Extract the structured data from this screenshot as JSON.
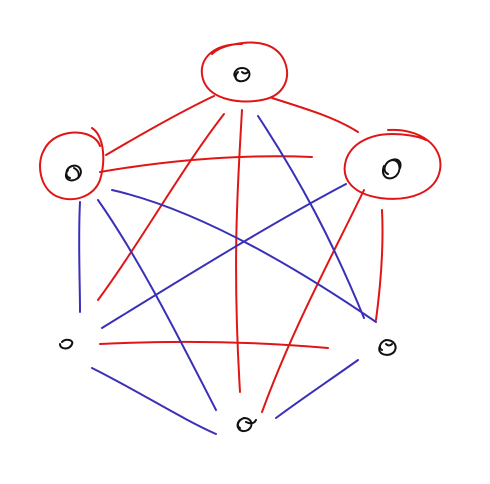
{
  "colors": {
    "background": "#ffffff",
    "red": "#e01616",
    "blue": "#3a30b8",
    "vertex": "#111111"
  },
  "graph": {
    "vertex_count": 6,
    "circled_vertices": [
      "top",
      "left-upper",
      "right-upper"
    ],
    "red_edges": [
      [
        "top",
        "left-upper"
      ],
      [
        "top",
        "right-upper"
      ],
      [
        "top",
        "left-lower"
      ],
      [
        "top",
        "bottom"
      ],
      [
        "left-upper",
        "right-upper"
      ],
      [
        "right-upper",
        "bottom"
      ],
      [
        "right-upper",
        "right-lower"
      ],
      [
        "left-lower",
        "right-lower"
      ]
    ],
    "blue_edges": [
      [
        "top",
        "right-lower"
      ],
      [
        "left-upper",
        "left-lower"
      ],
      [
        "left-upper",
        "bottom"
      ],
      [
        "left-upper",
        "right-lower"
      ],
      [
        "right-upper",
        "left-lower"
      ],
      [
        "left-lower",
        "bottom"
      ],
      [
        "right-lower",
        "bottom"
      ]
    ]
  }
}
